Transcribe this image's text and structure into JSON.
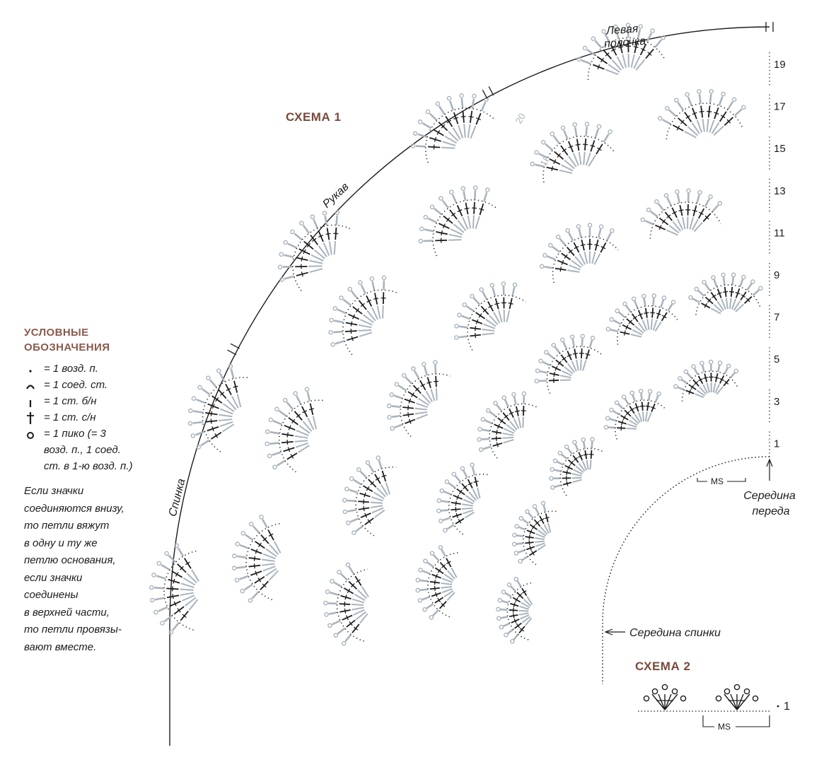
{
  "scheme1": {
    "title": "СХЕМА 1"
  },
  "scheme2": {
    "title": "СХЕМА 2",
    "row_label": "1",
    "repeat_label": "MS"
  },
  "labels": {
    "left_front": "Левая\nполочка",
    "sleeve": "Рукав",
    "back": "Спинка",
    "center_front": "Середина\nпереда",
    "center_back": "Середина спинки",
    "repeat": "MS",
    "side_20": "20",
    "side_18": "18"
  },
  "row_numbers": [
    "19",
    "17",
    "15",
    "13",
    "11",
    "9",
    "7",
    "5",
    "3",
    "1"
  ],
  "legend": {
    "title": "УСЛОВНЫЕ\nОБОЗНАЧЕНИЯ",
    "items": [
      {
        "icon": "chain-dot-icon",
        "text": "= 1 возд. п."
      },
      {
        "icon": "slip-stitch-icon",
        "text": "= 1 соед. ст."
      },
      {
        "icon": "single-crochet-icon",
        "text": "= 1 ст. б/н"
      },
      {
        "icon": "double-crochet-icon",
        "text": "= 1 ст. с/н"
      },
      {
        "icon": "picot-icon",
        "text": "= 1 пико (= 3\nвозд. п., 1 соед.\nст. в 1-ю возд. п.)"
      }
    ],
    "note": "Если значки\nсоединяются внизу,\nто петли вяжут\nв одну и ту же\nпетлю основания,\nесли значки\nсоединены\nв верхней части,\nто петли провязы-\nвают вместе."
  },
  "colors": {
    "ink": "#1c1c1c",
    "pale": "#a9b4bd",
    "title": "#7a4a3c",
    "legend_title": "#8a5a4c"
  }
}
